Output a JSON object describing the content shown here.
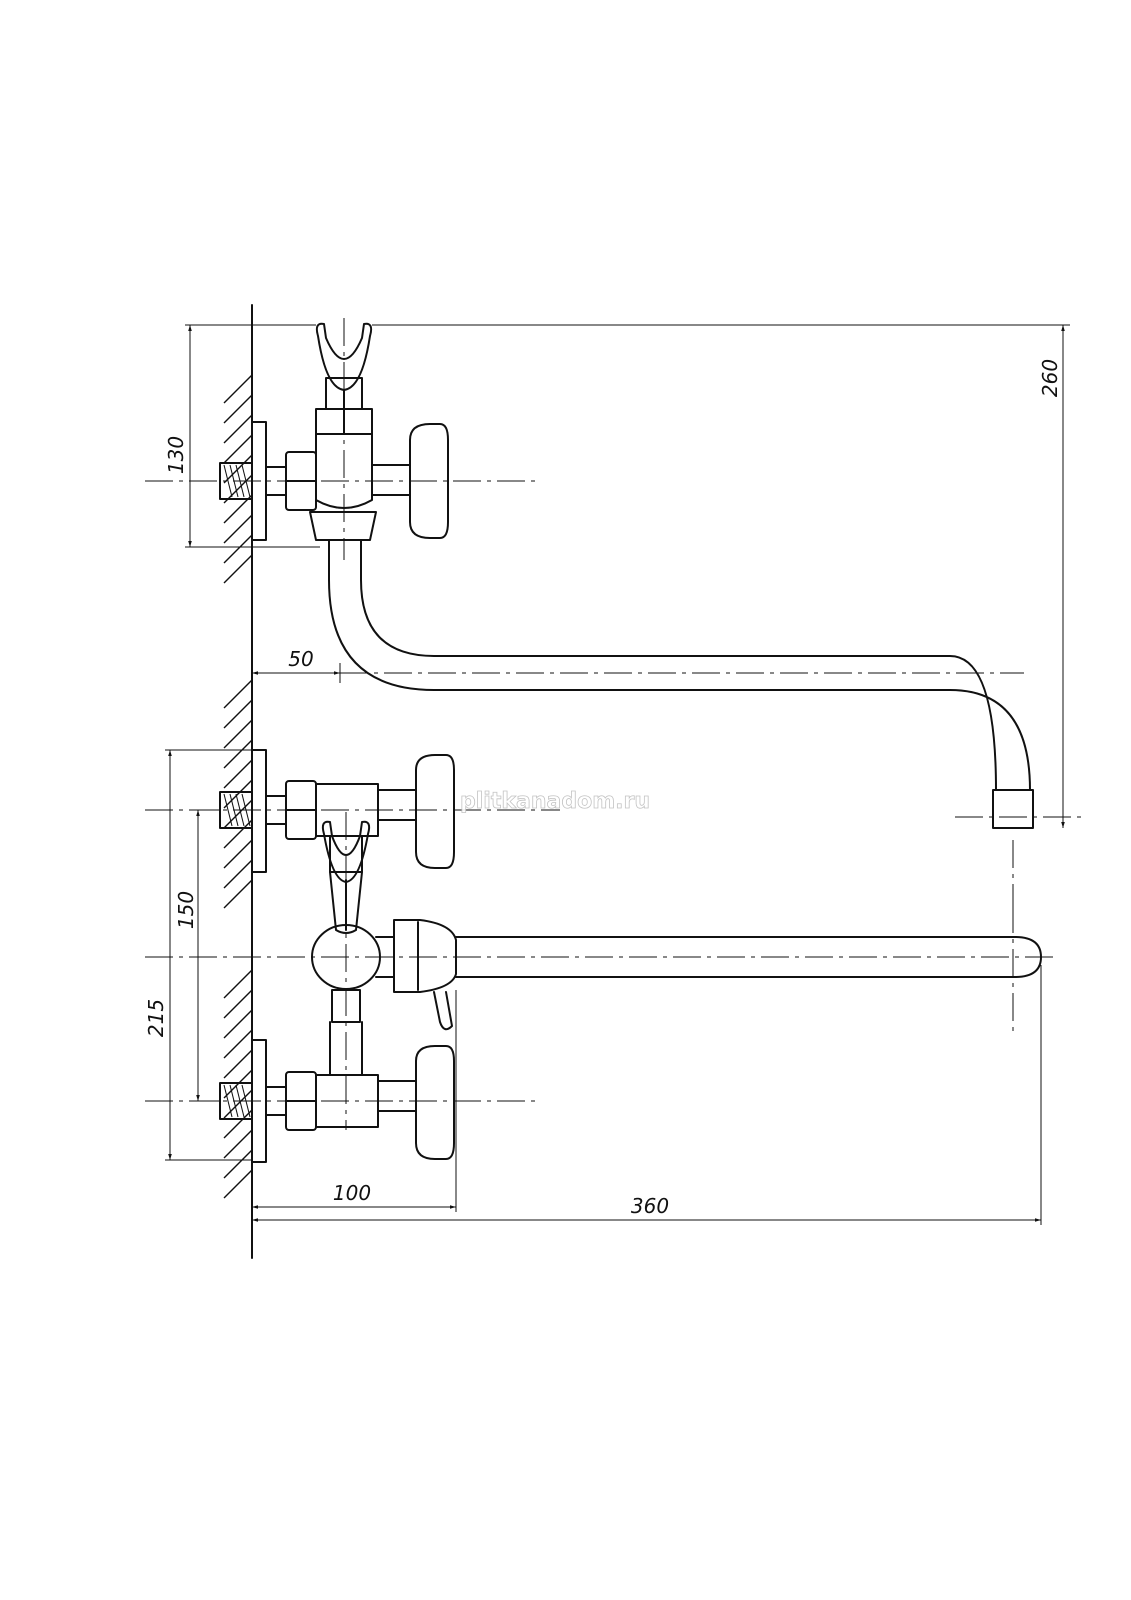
{
  "watermark": "plitkanadom.ru",
  "dimensions": {
    "d130": "130",
    "d260": "260",
    "d50": "50",
    "d150": "150",
    "d215": "215",
    "d100": "100",
    "d360": "360"
  }
}
